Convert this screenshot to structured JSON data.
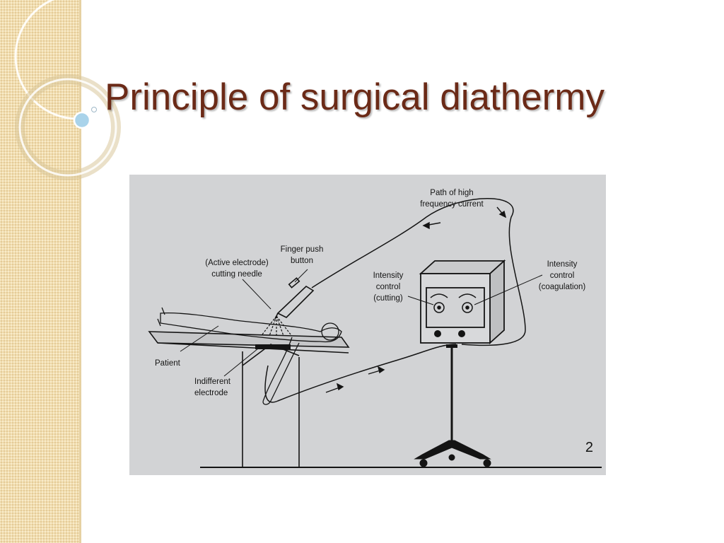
{
  "slide": {
    "title": "Principle of surgical diathermy"
  },
  "diagram": {
    "labels": {
      "path_line1": "Path of high",
      "path_line2": "frequency current",
      "finger_line1": "Finger push",
      "finger_line2": "button",
      "active_line1": "(Active electrode)",
      "active_line2": "cutting needle",
      "int_cut_line1": "Intensity",
      "int_cut_line2": "control",
      "int_cut_line3": "(cutting)",
      "int_coag_line1": "Intensity",
      "int_coag_line2": "control",
      "int_coag_line3": "(coagulation)",
      "patient": "Patient",
      "indiff_line1": "Indifferent",
      "indiff_line2": "electrode"
    },
    "page_number": "2"
  },
  "colors": {
    "title": "#6b2a17",
    "side_strip": "#f1ddb0",
    "figure_bg": "#d2d3d5",
    "ring": "#ffffff",
    "bullet": "#a9d3ea"
  }
}
